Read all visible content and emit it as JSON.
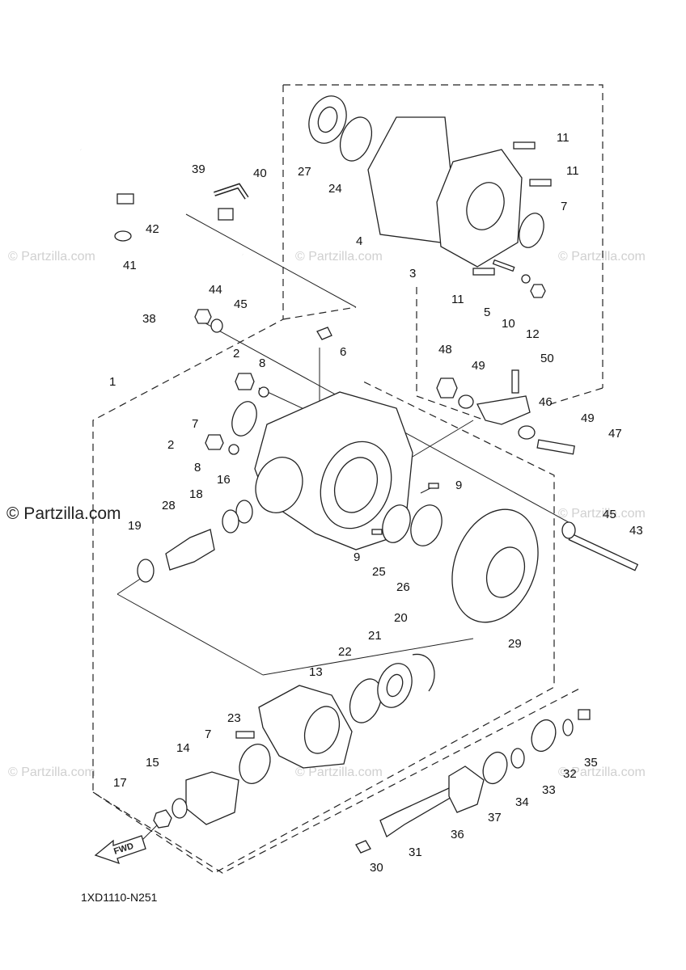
{
  "diagram_code": "1XD1110-N251",
  "fwd_label": "FWD",
  "watermark_main": "© Partzilla.com",
  "watermark_small": "© Partzilla.com",
  "callouts": [
    "1",
    "2",
    "2",
    "3",
    "4",
    "5",
    "6",
    "7",
    "7",
    "7",
    "8",
    "8",
    "9",
    "9",
    "10",
    "11",
    "11",
    "11",
    "12",
    "13",
    "14",
    "15",
    "16",
    "17",
    "18",
    "19",
    "20",
    "21",
    "22",
    "23",
    "24",
    "25",
    "26",
    "27",
    "28",
    "29",
    "30",
    "31",
    "32",
    "33",
    "34",
    "35",
    "36",
    "37",
    "38",
    "39",
    "40",
    "41",
    "42",
    "43",
    "44",
    "45",
    "45",
    "46",
    "47",
    "48",
    "49",
    "49",
    "50"
  ],
  "colors": {
    "line": "#222222",
    "watermark": "#d0d0d0",
    "background": "#ffffff"
  }
}
